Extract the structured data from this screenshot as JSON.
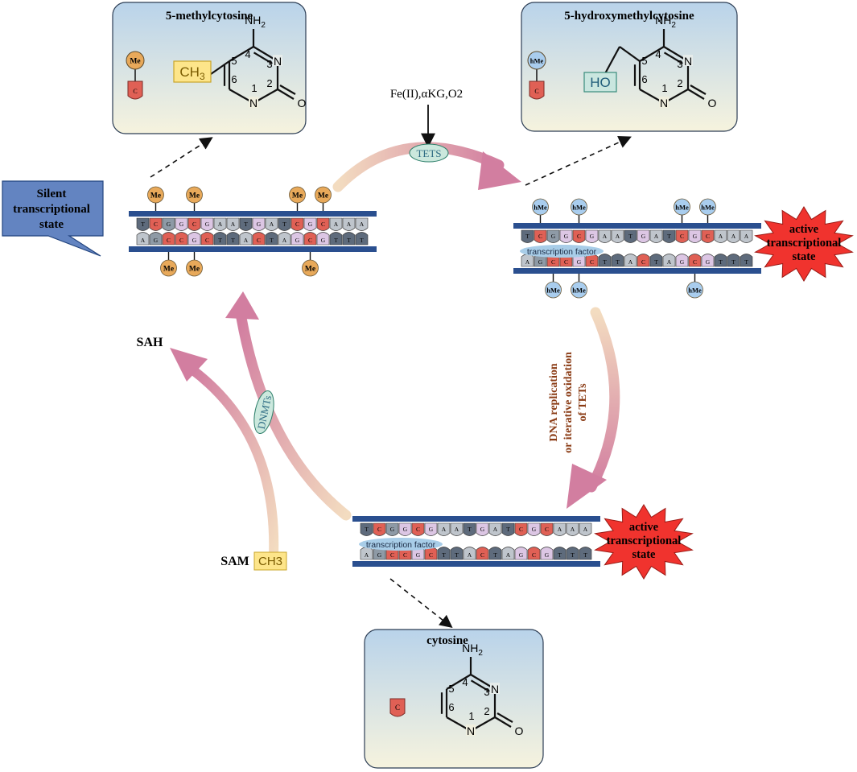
{
  "colors": {
    "backbone": "#2a4f8f",
    "c_base": "#e06055",
    "g_base": "#8e9aa6",
    "c_light": "#dcc6e4",
    "t_base": "#5e6b7c",
    "a_base": "#bfc5cc",
    "me": "#e8a95a",
    "hme": "#a9cdee",
    "tf": "#a8cde8",
    "tag_ch3": "#fde58a",
    "tag_ho": "#c9e6df",
    "arrow_pink": "#d48aa8",
    "active_star": "#f0332e",
    "silent_box": "#5f82bf"
  },
  "boxes": {
    "methyl": {
      "title": "5-methylcytosine",
      "group": "CH3",
      "mark": "Me"
    },
    "hydroxy": {
      "title": "5-hydroxymethylcytosine",
      "group": "HO",
      "mark": "hMe"
    },
    "cytosine": {
      "title": "cytosine"
    }
  },
  "molecule": {
    "nh2": "NH2",
    "o": "O",
    "n1": "N",
    "n3": "N",
    "pos1": "1",
    "pos2": "2",
    "pos3": "3",
    "pos4": "4",
    "pos5": "5",
    "pos6": "6",
    "c_label": "C"
  },
  "labels": {
    "cofactors": "Fe(II),αKG,O2",
    "tets": "TETS",
    "dnmts": "DNMTs",
    "sah": "SAH",
    "sam": "SAM",
    "sam_group": "CH3",
    "silent_state": "Silent transcriptional state",
    "active_state": "active transcriptional state",
    "transcription_factor": "transcription factor",
    "replication": "DNA replication or iterative oxidation of TETs"
  },
  "dna": {
    "top_strand": [
      "T",
      "C",
      "G",
      "G",
      "C",
      "G",
      "A",
      "A",
      "T",
      "G",
      "A",
      "T",
      "C",
      "G",
      "C",
      "A",
      "A",
      "A"
    ],
    "bottom_strand": [
      "A",
      "G",
      "C",
      "C",
      "G",
      "C",
      "T",
      "T",
      "A",
      "C",
      "T",
      "A",
      "G",
      "C",
      "G",
      "T",
      "T",
      "T"
    ]
  }
}
